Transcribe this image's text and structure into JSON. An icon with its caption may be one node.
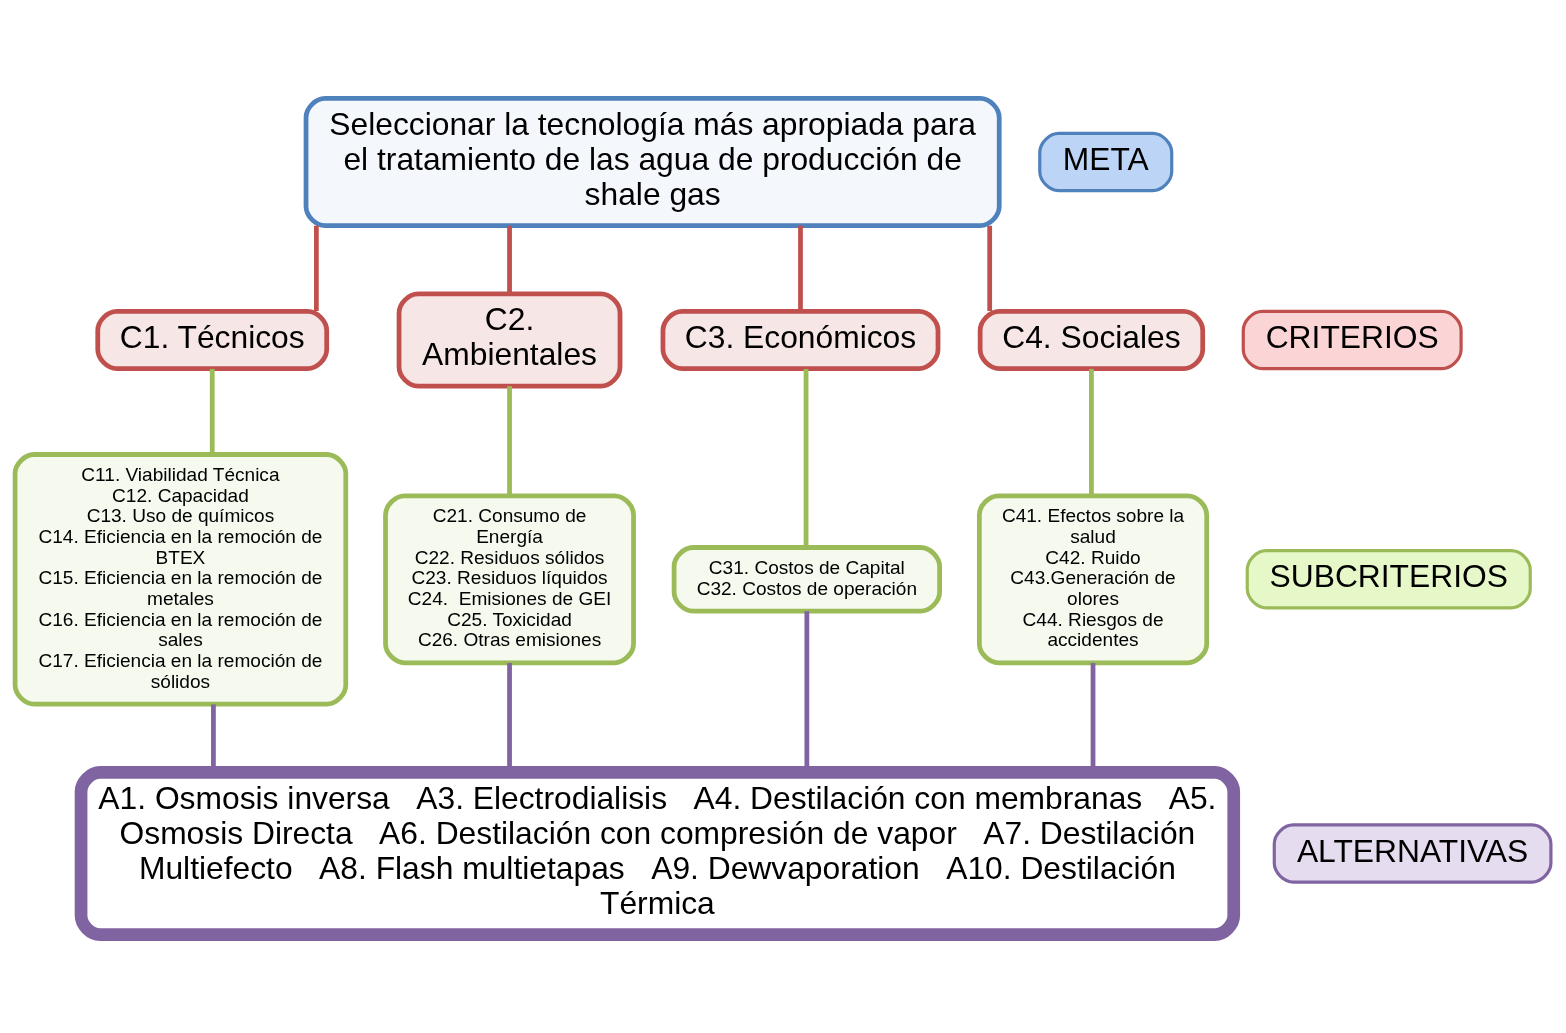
{
  "diagram": {
    "nodes": [
      {
        "text": [
          "Seleccionar la tecnología más apropiada para el tratamiento de las agua de producción de shale gas"
        ]
      },
      {
        "text": [
          "META"
        ]
      },
      {
        "text": [
          "C1. Técnicos"
        ]
      },
      {
        "text": [
          "C2. Ambientales"
        ]
      },
      {
        "text": [
          "C3. Económicos"
        ]
      },
      {
        "text": [
          "C4. Sociales"
        ]
      },
      {
        "text": [
          "CRITERIOS"
        ]
      },
      {
        "text": [
          "C11. Viabilidad Técnica",
          "C12. Capacidad",
          "C13. Uso de químicos",
          "C14. Eficiencia en la remoción de BTEX",
          "C15. Eficiencia en la remoción de metales",
          "C16. Eficiencia en la remoción de sales",
          "C17. Eficiencia en la remoción de sólidos"
        ]
      },
      {
        "text": [
          "C21. Consumo de Energía",
          "C22. Residuos sólidos",
          "C23. Residuos líquidos",
          "C24.  Emisiones de GEI",
          "C25. Toxicidad",
          "C26. Otras emisiones"
        ]
      },
      {
        "text": [
          "C31. Costos de Capital",
          "C32. Costos de operación"
        ]
      },
      {
        "text": [
          "C41. Efectos sobre la salud",
          "C42. Ruido",
          "C43.Generación de olores",
          "C44. Riesgos de accidentes"
        ]
      },
      {
        "text": [
          "SUBCRITERIOS"
        ]
      },
      {
        "text": [
          "A1. Osmosis inversa   A3. Electrodialisis   A4. Destilación con membranas   A5. Osmosis Directa   A6. Destilación con compresión de vapor   A7. Destilación Multiefecto   A8. Flash multietapas   A9. Dewvaporation   A10. Destilación Térmica"
        ]
      },
      {
        "text": [
          "ALTERNATIVAS"
        ]
      }
    ],
    "edges": [
      {
        "from": 0,
        "to": 2,
        "arrow": "none",
        "color": "#c0504d"
      },
      {
        "from": 0,
        "to": 3,
        "arrow": "none",
        "color": "#c0504d"
      },
      {
        "from": 0,
        "to": 4,
        "arrow": "none",
        "color": "#c0504d"
      },
      {
        "from": 0,
        "to": 5,
        "arrow": "none",
        "color": "#c0504d"
      },
      {
        "from": 2,
        "to": 7,
        "arrow": "none",
        "color": "#9bbb59"
      },
      {
        "from": 3,
        "to": 8,
        "arrow": "none",
        "color": "#9bbb59"
      },
      {
        "from": 4,
        "to": 9,
        "arrow": "none",
        "color": "#9bbb59"
      },
      {
        "from": 5,
        "to": 10,
        "arrow": "none",
        "color": "#9bbb59"
      },
      {
        "from": 7,
        "to": 12,
        "arrow": "none",
        "color": "#8064a2"
      },
      {
        "from": 8,
        "to": 12,
        "arrow": "none",
        "color": "#8064a2"
      },
      {
        "from": 9,
        "to": 12,
        "arrow": "none",
        "color": "#8064a2"
      },
      {
        "from": 10,
        "to": 12,
        "arrow": "none",
        "color": "#8064a2"
      }
    ]
  }
}
